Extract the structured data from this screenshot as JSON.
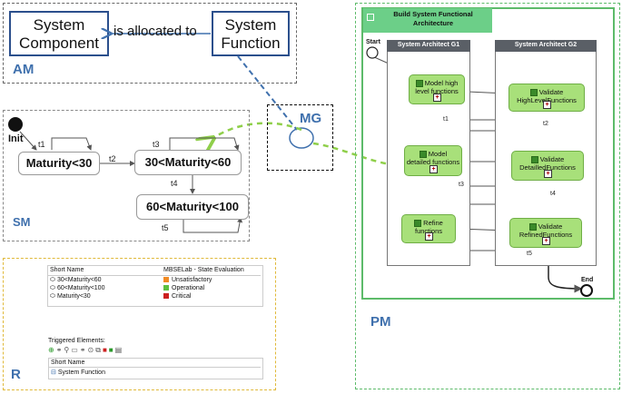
{
  "am": {
    "label": "AM",
    "system_component": [
      "System",
      "Component"
    ],
    "relation": "is allocated to",
    "system_function": [
      "System",
      "Function"
    ]
  },
  "mg": {
    "label": "MG"
  },
  "sm": {
    "label": "SM",
    "init": "Init",
    "states": [
      "Maturity<30",
      "30<Maturity<60",
      "60<Maturity<100"
    ],
    "transitions": [
      "t1",
      "t2",
      "t3",
      "t4",
      "t5"
    ]
  },
  "pm": {
    "label": "PM",
    "title": [
      "Build System Functional",
      "Architecture"
    ],
    "start": "Start",
    "end": "End",
    "lanes": [
      "System Architect G1",
      "System Architect G2"
    ],
    "nodes_g1": [
      [
        "Model high",
        "level functions"
      ],
      [
        "Model",
        "detailed functions"
      ],
      [
        "Refine",
        "functions"
      ]
    ],
    "nodes_g2": [
      [
        "Validate",
        "HighLevelFunctions"
      ],
      [
        "Validate",
        "DetailledFunctions"
      ],
      [
        "Validate",
        "RefinedFunctions"
      ]
    ],
    "transitions": [
      "t1",
      "t2",
      "t3",
      "t4",
      "t5"
    ]
  },
  "r": {
    "label": "R",
    "col_short_name": "Short Name",
    "col_eval": "MBSELab - State Evaluation",
    "states": [
      "30<Maturity<60",
      "60<Maturity<100",
      "Maturity<30"
    ],
    "evaluations": [
      {
        "label": "Unsatisfactory",
        "color": "#f08a24"
      },
      {
        "label": "Operational",
        "color": "#5cc040"
      },
      {
        "label": "Critical",
        "color": "#cc2020"
      }
    ],
    "triggered_label": "Triggered Elements:",
    "triggered_col": "Short Name",
    "triggered_items": [
      "System Function"
    ]
  },
  "colors": {
    "blue": "#3f70ad",
    "green_dash": "#5dbb6a",
    "yellow_dash": "#e0b93a",
    "gray_dash": "#666666"
  }
}
